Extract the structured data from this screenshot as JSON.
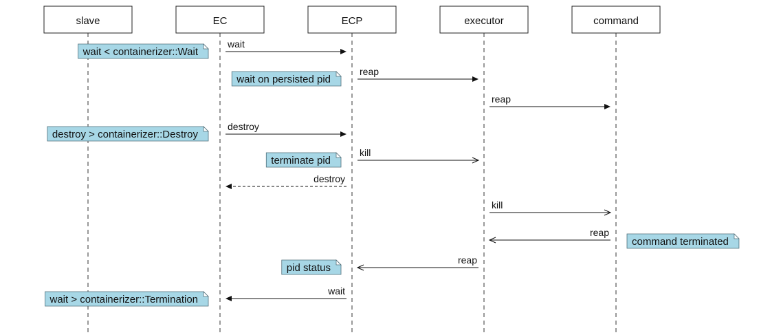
{
  "actors": [
    {
      "id": "slave",
      "label": "slave"
    },
    {
      "id": "ec",
      "label": "EC"
    },
    {
      "id": "ecp",
      "label": "ECP"
    },
    {
      "id": "executor",
      "label": "executor"
    },
    {
      "id": "command",
      "label": "command"
    }
  ],
  "messages": [
    {
      "from": "ec",
      "to": "ecp",
      "label": "wait",
      "style": "solid",
      "head": "filled"
    },
    {
      "from": "ecp",
      "to": "executor",
      "label": "reap",
      "style": "solid",
      "head": "filled"
    },
    {
      "from": "executor",
      "to": "command",
      "label": "reap",
      "style": "solid",
      "head": "filled"
    },
    {
      "from": "ec",
      "to": "ecp",
      "label": "destroy",
      "style": "solid",
      "head": "filled"
    },
    {
      "from": "ecp",
      "to": "executor",
      "label": "kill",
      "style": "solid",
      "head": "open"
    },
    {
      "from": "ecp",
      "to": "ec",
      "label": "destroy",
      "style": "dashed",
      "head": "filled"
    },
    {
      "from": "executor",
      "to": "command",
      "label": "kill",
      "style": "solid",
      "head": "open"
    },
    {
      "from": "command",
      "to": "executor",
      "label": "reap",
      "style": "solid",
      "head": "open"
    },
    {
      "from": "executor",
      "to": "ecp",
      "label": "reap",
      "style": "solid",
      "head": "open"
    },
    {
      "from": "ecp",
      "to": "ec",
      "label": "wait",
      "style": "solid",
      "head": "filled"
    }
  ],
  "notes": [
    {
      "text": "wait < containerizer::Wait"
    },
    {
      "text": "wait on persisted pid"
    },
    {
      "text": "destroy > containerizer::Destroy"
    },
    {
      "text": "terminate pid"
    },
    {
      "text": "command terminated"
    },
    {
      "text": "pid status"
    },
    {
      "text": "wait > containerizer::Termination"
    }
  ],
  "colors": {
    "note_fill": "#a7d7e6",
    "line": "#111111"
  }
}
